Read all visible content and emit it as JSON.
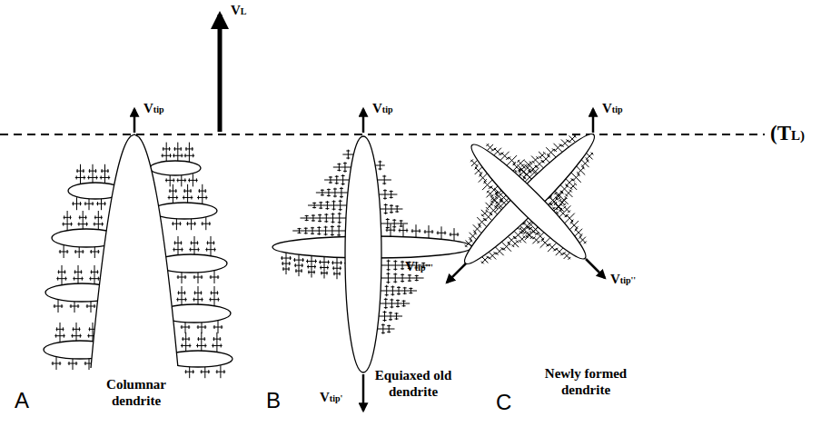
{
  "diagram": {
    "labels": [
      "VL",
      "Vtip",
      "Vtip",
      "Vtip",
      "(TL)",
      "Vtip'",
      "Vtip''",
      "Vtip'''",
      "A",
      "Columnar dendrite",
      "B",
      "Equiaxed old dendrite",
      "C",
      "Newly formed dendrite"
    ]
  }
}
